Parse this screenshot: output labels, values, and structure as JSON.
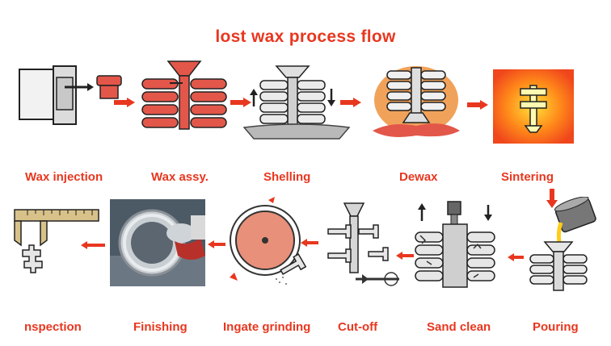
{
  "title": "lost wax process flow",
  "colors": {
    "accent": "#e8371f",
    "wax": "#e2574a",
    "shell": "#d9d9d9",
    "dark": "#333333"
  },
  "steps_top": [
    {
      "label": "Wax injection"
    },
    {
      "label": "Wax assy."
    },
    {
      "label": "Shelling"
    },
    {
      "label": "Dewax"
    },
    {
      "label": "Sintering"
    }
  ],
  "steps_bottom": [
    {
      "label": "Pouring"
    },
    {
      "label": "Sand clean"
    },
    {
      "label": "Cut-off"
    },
    {
      "label": "Ingate grinding"
    },
    {
      "label": "Finishing"
    },
    {
      "label": "nspection"
    }
  ]
}
